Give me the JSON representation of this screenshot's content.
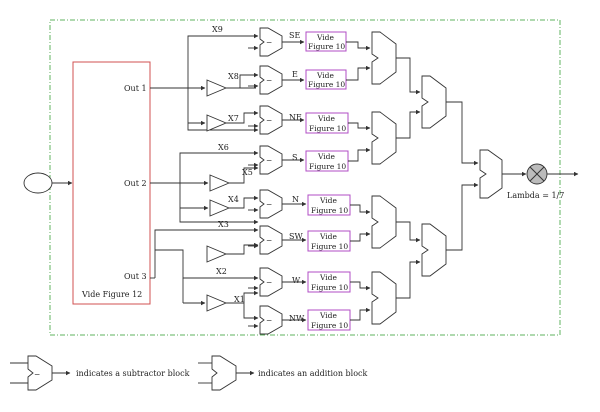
{
  "figure_ref_label": "Vide Figure 12",
  "outputs": {
    "out1": "Out 1",
    "out2": "Out 2",
    "out3": "Out 3"
  },
  "gains": [
    "X9",
    "X8",
    "X7",
    "X6",
    "X5",
    "X4",
    "X3",
    "X2",
    "X1"
  ],
  "directions": [
    "SE",
    "E",
    "NE",
    "S",
    "N",
    "SW",
    "W",
    "NW"
  ],
  "vide_line1": "Vide",
  "vide_line2": "Figure 10",
  "lambda_label": "Lambda = 1/7",
  "legend": {
    "subtractor_text": "indicates a subtractor block",
    "addition_text": "indicates an addition block"
  }
}
